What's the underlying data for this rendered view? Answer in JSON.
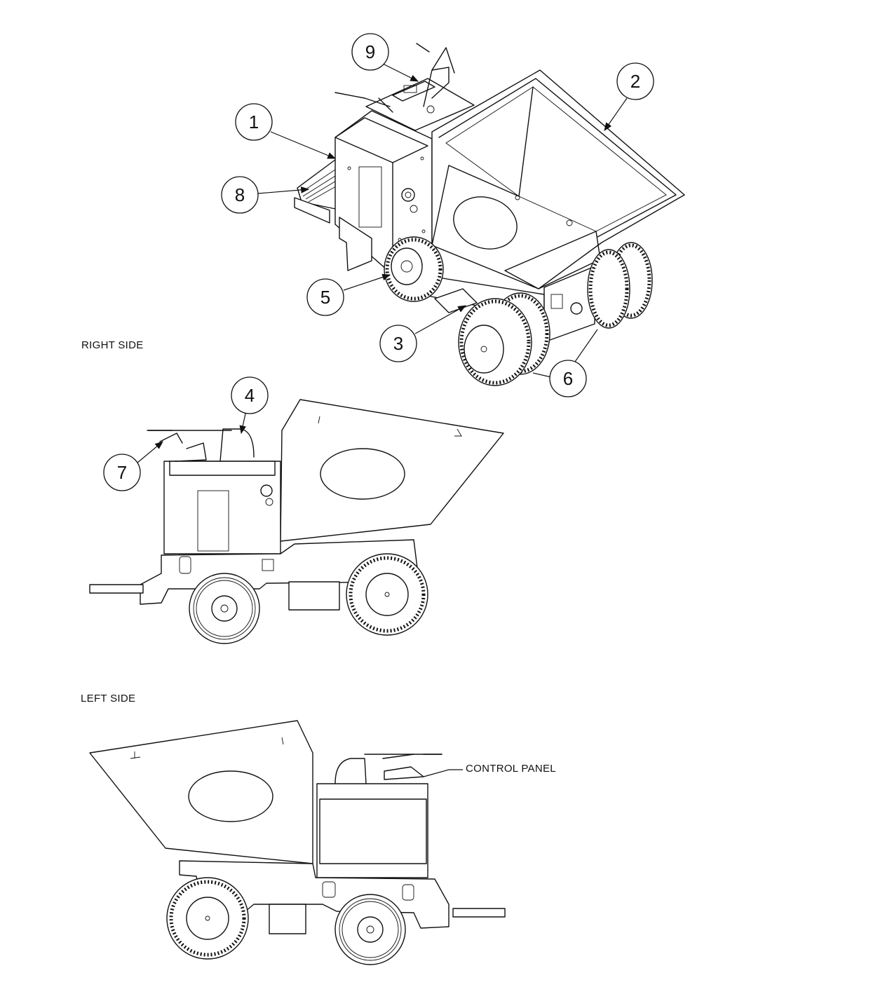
{
  "views": {
    "right_side_label": "RIGHT SIDE",
    "left_side_label": "LEFT SIDE",
    "control_panel_label": "CONTROL PANEL"
  },
  "callouts": [
    "1",
    "2",
    "3",
    "4",
    "5",
    "6",
    "7",
    "8",
    "9"
  ]
}
